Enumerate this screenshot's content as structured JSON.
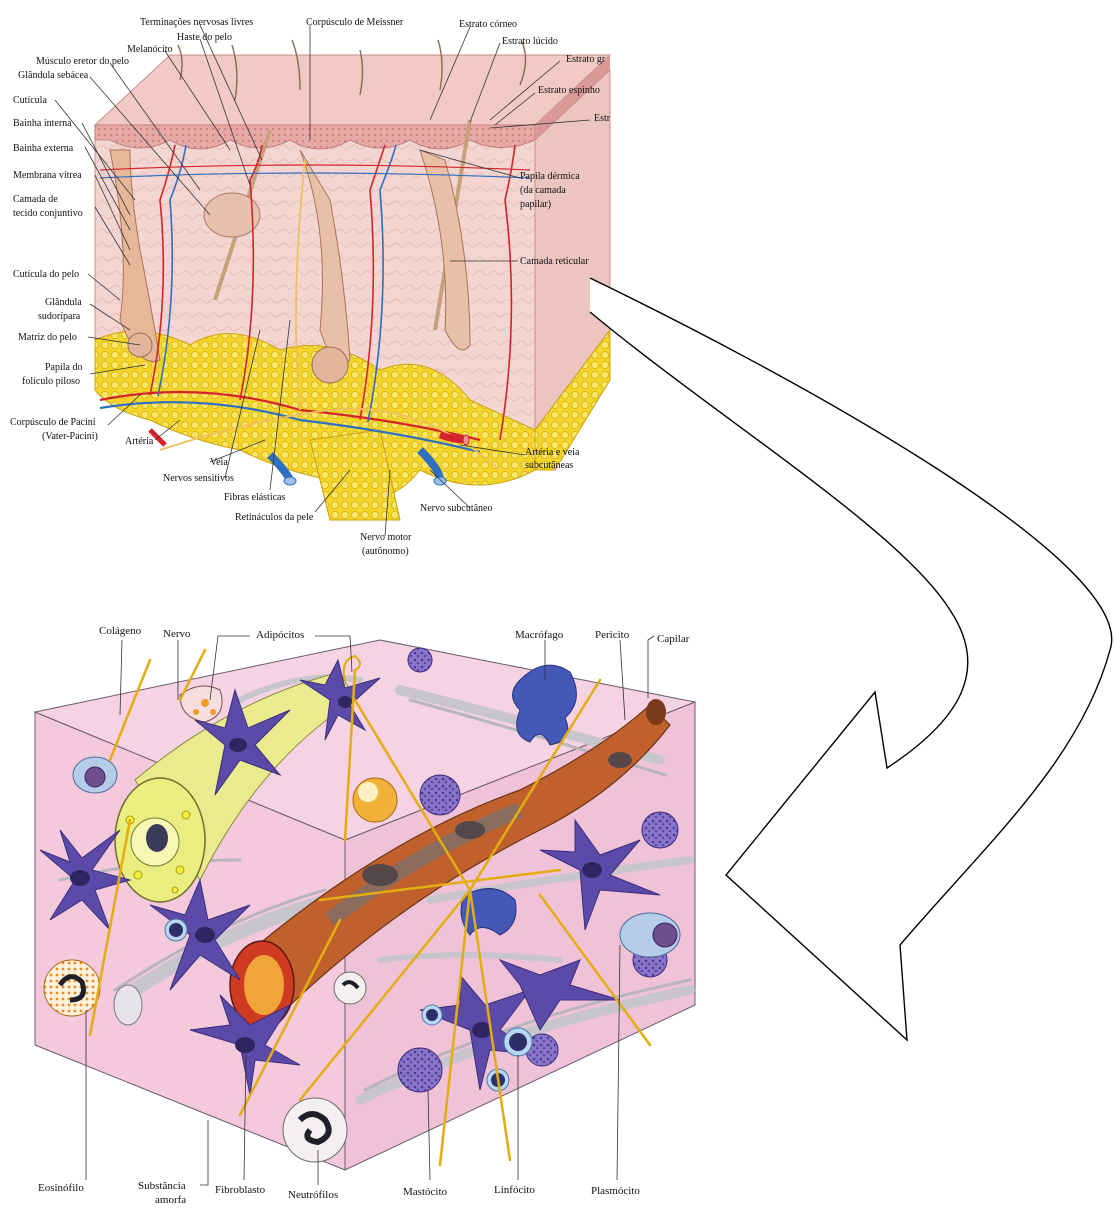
{
  "skin": {
    "labels": {
      "terminacoes": "Terminações nervosas livres",
      "corpusculo_meissner": "Corpúsculo de Meissner",
      "estrato_corneo": "Estrato córneo",
      "haste_pelo": "Haste do pelo",
      "melanocito": "Melanócito",
      "estrato_lucido": "Estrato lúcido",
      "musculo_eretor": "Músculo eretor do pelo",
      "estrato_granuloso": "Estrato gr",
      "glandula_sebacea": "Glândula sebácea",
      "estrato_espinhoso": "Estrato espinho",
      "cuticula": "Cutícula",
      "estrato_basal": "Estr",
      "bainha_interna": "Bainha interna",
      "bainha_externa": "Bainha externa",
      "papila_dermica_1": "Papila dérmica",
      "papila_dermica_2": "(da camada",
      "papila_dermica_3": "papilar)",
      "membrana_vitrea": "Membrana vítrea",
      "camada_tecido_1": "Camada de",
      "camada_tecido_2": "tecido conjuntivo",
      "camada_reticular": "Camada reticular",
      "cuticula_pelo": "Cutícula do pelo",
      "glandula_sudoripara_1": "Glândula",
      "glandula_sudoripara_2": "sudorípara",
      "matriz_pelo": "Matriz do pelo",
      "papila_foliculo_1": "Papila do",
      "papila_foliculo_2": "folículo piloso",
      "corpusculo_pacini_1": "Corpúsculo de Pacini",
      "corpusculo_pacini_2": "(Vater-Pacini)",
      "arteria": "Artéria",
      "arteria_veia_1": "Artéria e veia",
      "arteria_veia_2": "subcutâneas",
      "veia": "Veia",
      "nervos_sensitivos": "Nervos sensitivos",
      "fibras_elasticas": "Fibras elásticas",
      "nervo_subcutaneo": "Nervo subcutâneo",
      "retinaculos": "Retináculos da pele",
      "nervo_motor_1": "Nervo motor",
      "nervo_motor_2": "(autônomo)"
    }
  },
  "connective": {
    "labels": {
      "colageno": "Colágeno",
      "nervo": "Nervo",
      "adipocitos": "Adipócitos",
      "macrofago": "Macrófago",
      "pericito": "Pericito",
      "capilar": "Capilar",
      "eosinofilo": "Eosinófilo",
      "substancia_1": "Substância",
      "substancia_2": "amorfa",
      "fibroblasto": "Fibroblasto",
      "neutrofilos": "Neutrófilos",
      "mastocito": "Mastócito",
      "linfocito": "Linfócito",
      "plasmocito": "Plasmócito"
    }
  },
  "colors": {
    "epidermis": "#e9b7b2",
    "dermis": "#f3d3cf",
    "fat": "#f2d21e",
    "artery": "#d4232b",
    "vein": "#2f6fc0",
    "nerve": "#f0c060",
    "matrix": "#f5cde0",
    "fibroblast": "#5c4aa8",
    "fiber": "#e3ad12",
    "capillary": "#b4562a"
  }
}
